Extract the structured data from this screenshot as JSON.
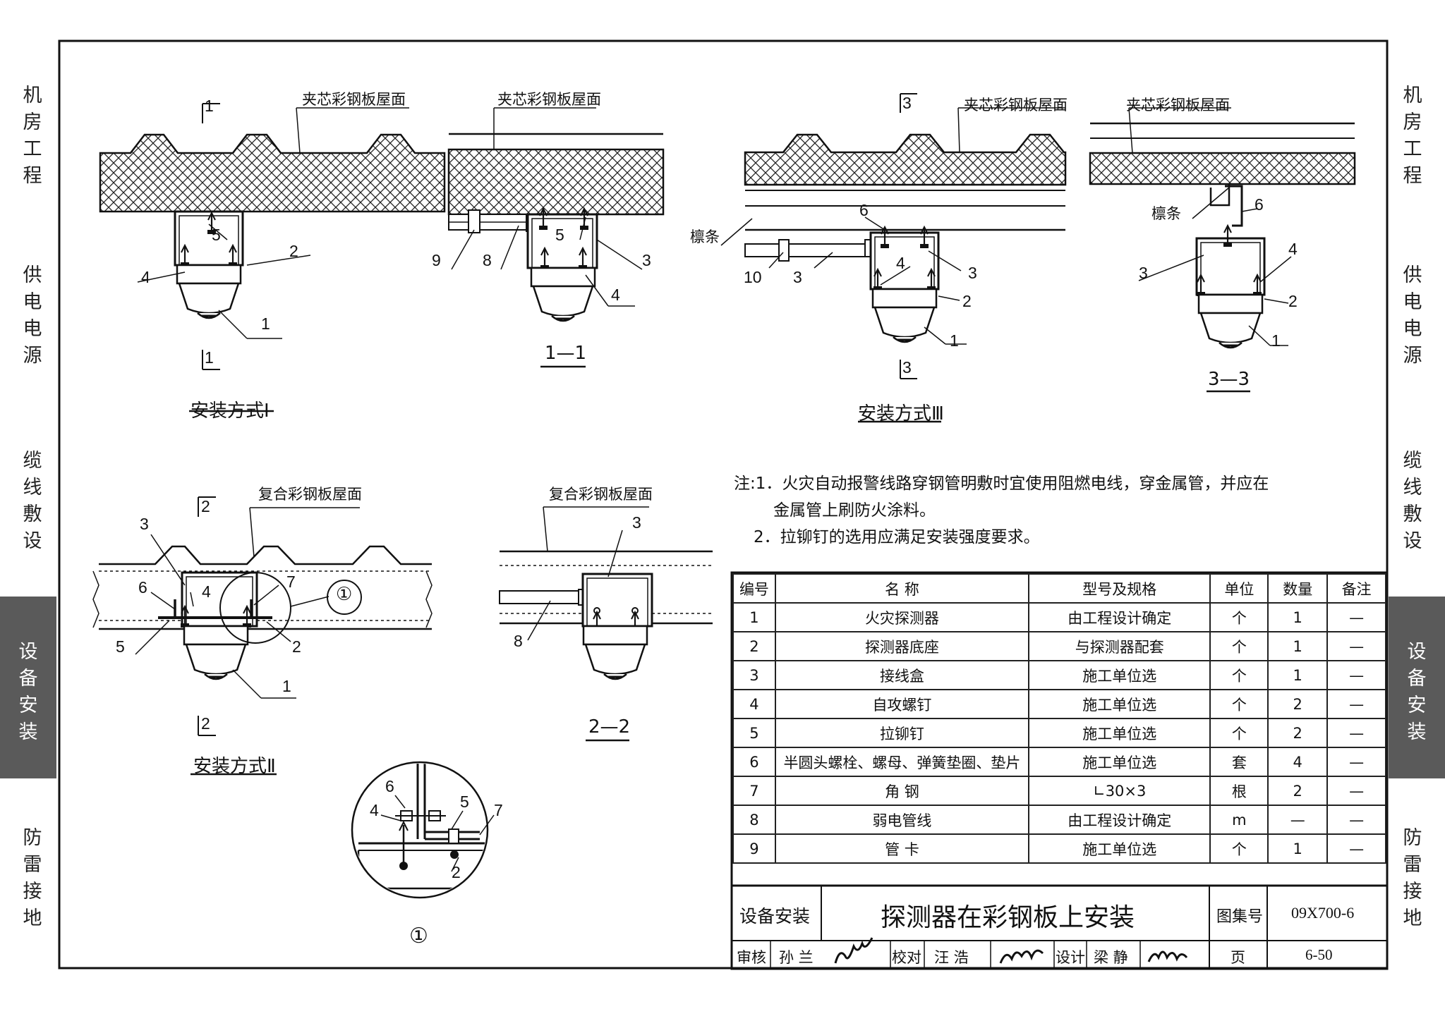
{
  "sidebar": {
    "left": [
      {
        "label": "机房工程",
        "active": false
      },
      {
        "label": "供电电源",
        "active": false
      },
      {
        "label": "缆线敷设",
        "active": false
      },
      {
        "label": "设备安装",
        "active": true
      },
      {
        "label": "防雷接地",
        "active": false
      }
    ],
    "right": [
      {
        "label": "机房工程",
        "active": false
      },
      {
        "label": "供电电源",
        "active": false
      },
      {
        "label": "缆线敷设",
        "active": false
      },
      {
        "label": "设备安装",
        "active": true
      },
      {
        "label": "防雷接地",
        "active": false
      }
    ]
  },
  "diagrams": {
    "roof_sandwich": "夹芯彩钢板屋面",
    "roof_composite": "复合彩钢板屋面",
    "purlin": "檩条",
    "section_1": "1",
    "section_2": "2",
    "section_3": "3",
    "cut_1_1": "1—1",
    "cut_2_2": "2—2",
    "cut_3_3": "3—3",
    "method_1": "安装方式Ⅰ",
    "method_2": "安装方式Ⅱ",
    "method_3": "安装方式Ⅲ",
    "detail_mark": "①",
    "callouts": [
      "1",
      "2",
      "3",
      "4",
      "5",
      "6",
      "7",
      "8",
      "9",
      "10"
    ]
  },
  "notes": {
    "line1": "注:1．火灾自动报警线路穿钢管明敷时宜使用阻燃电线，穿金属管，并应在",
    "line2": "金属管上刷防火涂料。",
    "line3": "2．拉铆钉的选用应满足安装强度要求。"
  },
  "parts_table": {
    "headers": [
      "编号",
      "名  称",
      "型号及规格",
      "单位",
      "数量",
      "备注"
    ],
    "rows": [
      [
        "1",
        "火灾探测器",
        "由工程设计确定",
        "个",
        "1",
        "—"
      ],
      [
        "2",
        "探测器底座",
        "与探测器配套",
        "个",
        "1",
        "—"
      ],
      [
        "3",
        "接线盒",
        "施工单位选",
        "个",
        "1",
        "—"
      ],
      [
        "4",
        "自攻螺钉",
        "施工单位选",
        "个",
        "2",
        "—"
      ],
      [
        "5",
        "拉铆钉",
        "施工单位选",
        "个",
        "2",
        "—"
      ],
      [
        "6",
        "半圆头螺栓、螺母、弹簧垫圈、垫片",
        "施工单位选",
        "套",
        "4",
        "—"
      ],
      [
        "7",
        "角  钢",
        "∟30×3",
        "根",
        "2",
        "—"
      ],
      [
        "8",
        "弱电管线",
        "由工程设计确定",
        "m",
        "—",
        "—"
      ],
      [
        "9",
        "管  卡",
        "施工单位选",
        "个",
        "1",
        "—"
      ]
    ]
  },
  "title_block": {
    "category": "设备安装",
    "title": "探测器在彩钢板上安装",
    "atlas_label": "图集号",
    "atlas_no": "09X700-6",
    "review_label": "审核",
    "reviewer": "孙 兰",
    "check_label": "校对",
    "checker": "汪 浩",
    "design_label": "设计",
    "designer": "梁 静",
    "page_label": "页",
    "page_no": "6-50"
  }
}
